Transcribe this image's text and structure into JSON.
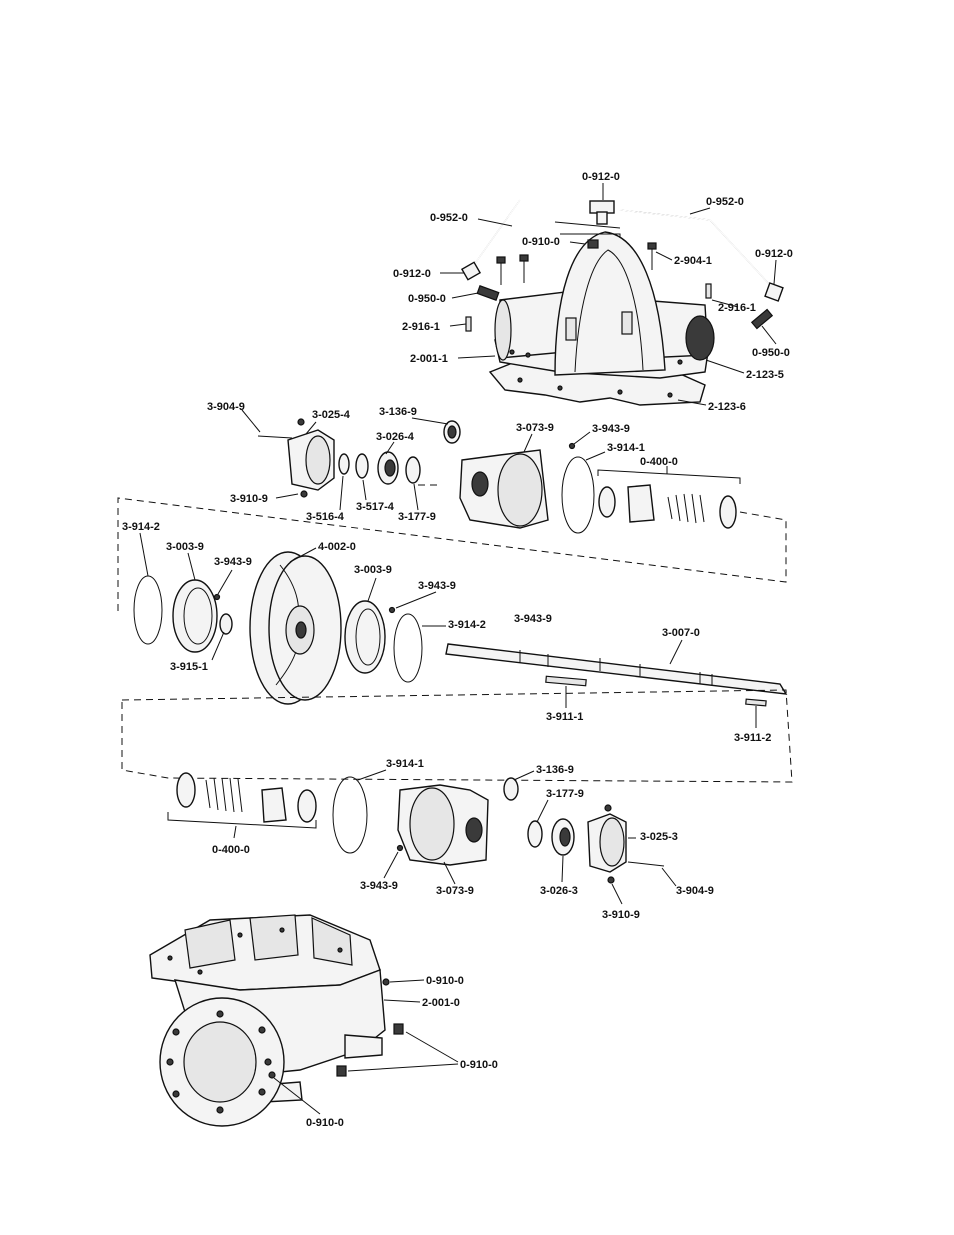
{
  "labels": {
    "l0912a": "0-912-0",
    "l0952a": "0-952-0",
    "l0952b": "0-952-0",
    "l0910a": "0-910-0",
    "l2904": "2-904-1",
    "l0912b": "0-912-0",
    "l0912c": "0-912-0",
    "l0950a": "0-950-0",
    "l2916a": "2-916-1",
    "l2916b": "2-916-1",
    "l0950b": "0-950-0",
    "l2001a": "2-001-1",
    "l2123a": "2-123-5",
    "l2123b": "2-123-6",
    "l3904a": "3-904-9",
    "l3025a": "3-025-4",
    "l3136a": "3-136-9",
    "l3026a": "3-026-4",
    "l3073a": "3-073-9",
    "l3943a": "3-943-9",
    "l3914a": "3-914-1",
    "l0400a": "0-400-0",
    "l3910a": "3-910-9",
    "l3516": "3-516-4",
    "l3517": "3-517-4",
    "l3177a": "3-177-9",
    "l3914b": "3-914-2",
    "l3003a": "3-003-9",
    "l3943b": "3-943-9",
    "l4002": "4-002-0",
    "l3003b": "3-003-9",
    "l3943c": "3-943-9",
    "l3914c": "3-914-2",
    "l3943d": "3-943-9",
    "l3007": "3-007-0",
    "l3915": "3-915-1",
    "l3911a": "3-911-1",
    "l3911b": "3-911-2",
    "l3914d": "3-914-1",
    "l3136b": "3-136-9",
    "l3177b": "3-177-9",
    "l3025b": "3-025-3",
    "l0400b": "0-400-0",
    "l3943e": "3-943-9",
    "l3073b": "3-073-9",
    "l3026b": "3-026-3",
    "l3910b": "3-910-9",
    "l3904b": "3-904-9",
    "l0910b": "0-910-0",
    "l2001b": "2-001-0",
    "l0910c": "0-910-0",
    "l0910d": "0-910-0"
  }
}
